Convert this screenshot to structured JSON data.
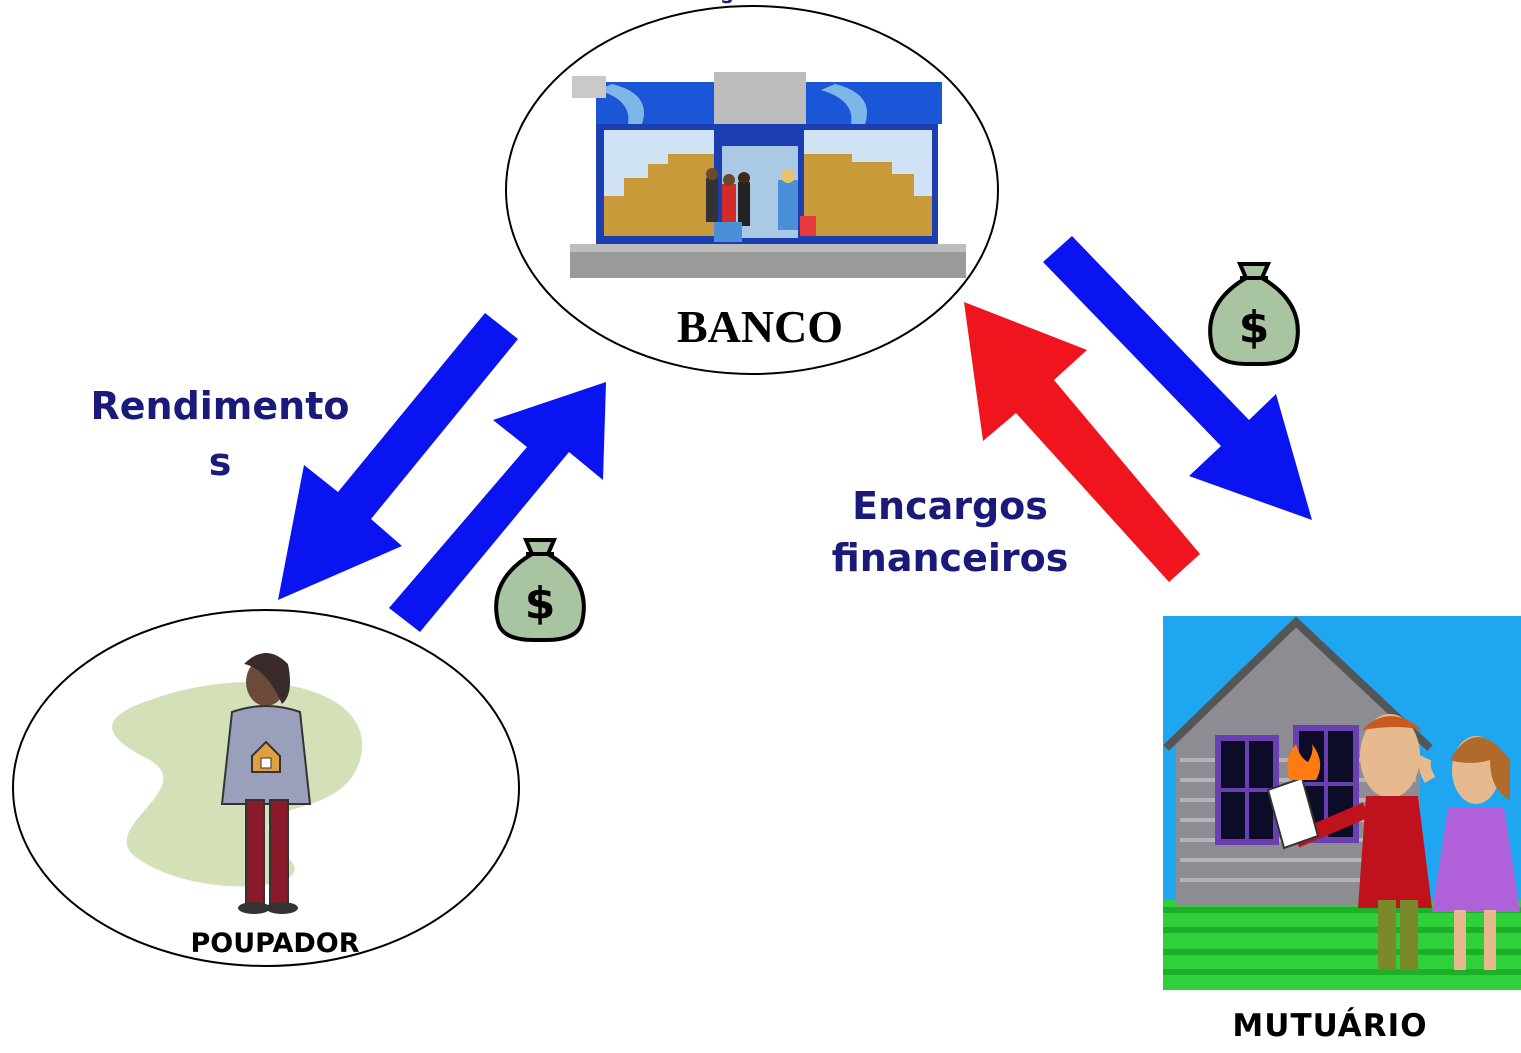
{
  "nodes": {
    "bank": {
      "label": "BANCO"
    },
    "saver": {
      "label": "POUPADOR"
    },
    "borrower": {
      "label": "MUTUÁRIO"
    }
  },
  "edges": {
    "returns": {
      "label_line1": "Rendimento",
      "label_line2": "s"
    },
    "charges": {
      "label_line1": "Encargos",
      "label_line2": "financeiros"
    },
    "top_fragment": "s"
  },
  "colors": {
    "arrow_blue": "#0a14f0",
    "arrow_red": "#f0141e",
    "label_navy": "#1a1a7a",
    "money_bag": "#a8c4a0"
  },
  "icons": [
    "bank-storefront-illustration",
    "money-bag-icon",
    "person-holding-house-illustration",
    "house-couple-illustration"
  ]
}
